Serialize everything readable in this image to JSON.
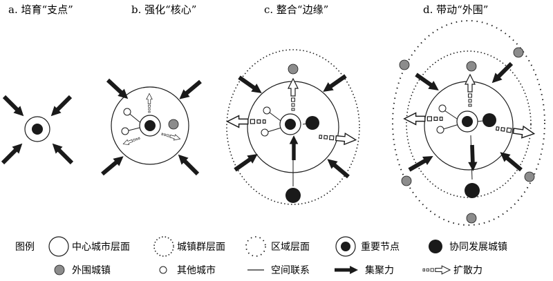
{
  "panels": [
    {
      "title": "a. 培育“支点”"
    },
    {
      "title": "b. 强化“核心”"
    },
    {
      "title": "c. 整合“边缘”"
    },
    {
      "title": "d. 带动“外围”"
    }
  ],
  "legend": {
    "heading": "图例",
    "items": [
      {
        "label": "中心城市层面",
        "icon": "plain-circle-icon"
      },
      {
        "label": "城镇群层面",
        "icon": "dotted-circle-icon"
      },
      {
        "label": "区域层面",
        "icon": "sparse-dotted-circle-icon"
      },
      {
        "label": "重要节点",
        "icon": "node-ring-icon"
      },
      {
        "label": "协同发展城镇",
        "icon": "black-dot-icon"
      },
      {
        "label": "外围城镇",
        "icon": "grey-dot-icon"
      },
      {
        "label": "其他城市",
        "icon": "small-open-circle-icon"
      },
      {
        "label": "空间联系",
        "icon": "line-icon"
      },
      {
        "label": "集聚力",
        "icon": "solid-arrow-icon"
      },
      {
        "label": "扩散力",
        "icon": "hollow-arrow-icon"
      }
    ]
  },
  "colors": {
    "ink": "#1a1a1a",
    "grey": "#8c8c8c",
    "white": "#ffffff"
  }
}
